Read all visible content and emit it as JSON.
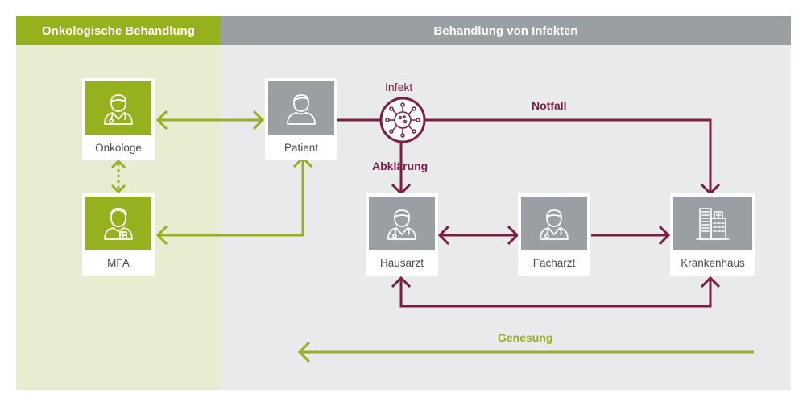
{
  "headers": {
    "left": "Onkologische Behandlung",
    "right": "Behandlung von Infekten"
  },
  "nodes": {
    "onkologe": {
      "label": "Onkologe",
      "icon": "doctor-icon"
    },
    "mfa": {
      "label": "MFA",
      "icon": "nurse-icon"
    },
    "patient": {
      "label": "Patient",
      "icon": "person-icon"
    },
    "hausarzt": {
      "label": "Hausarzt",
      "icon": "doctor-icon"
    },
    "facharzt": {
      "label": "Facharzt",
      "icon": "doctor-icon"
    },
    "krankenhaus": {
      "label": "Krankenhaus",
      "icon": "hospital-icon"
    }
  },
  "labels": {
    "infekt": "Infekt",
    "notfall": "Notfall",
    "abklaerung": "Abklärung",
    "genesung": "Genesung"
  },
  "colors": {
    "green": "#95b11d",
    "maroon": "#7c1d45",
    "grey": "#999fa3",
    "left_bg": "#e8edd2",
    "right_bg": "#e9eaec"
  }
}
